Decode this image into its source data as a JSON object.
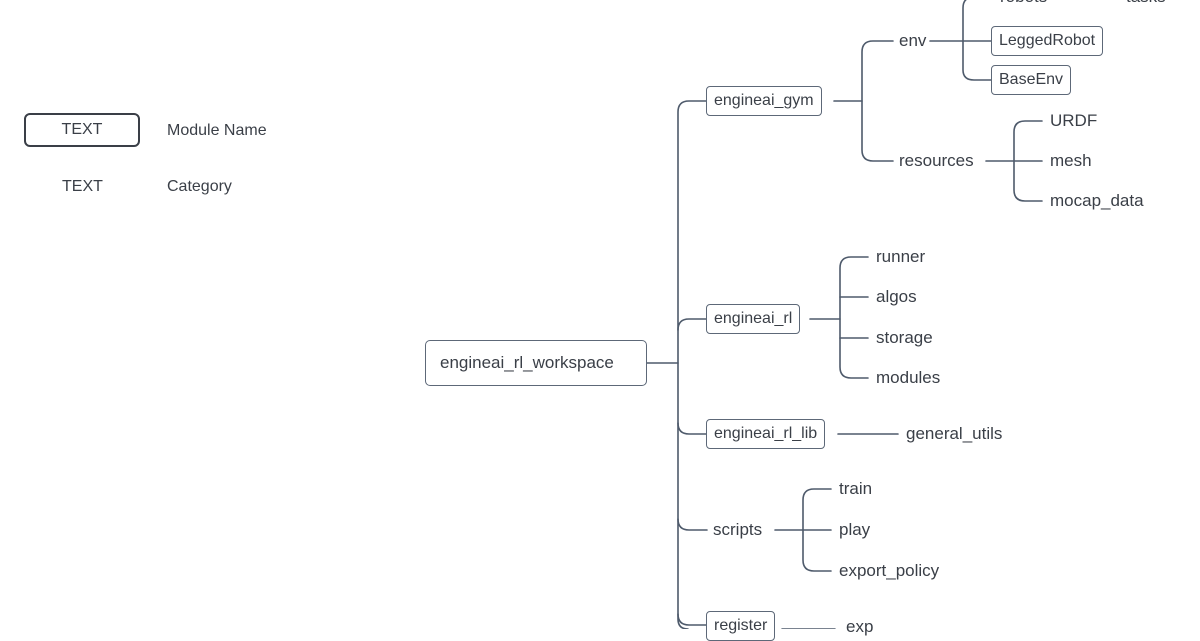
{
  "legend": {
    "module_sample": "TEXT",
    "module_label": "Module Name",
    "category_sample": "TEXT",
    "category_label": "Category"
  },
  "tree": {
    "root": "engineai_rl_workspace",
    "engineai_gym": {
      "label": "engineai_gym",
      "env": {
        "label": "env",
        "robots": "robots",
        "tasks": "tasks",
        "legged_robot": "LeggedRobot",
        "base_env": "BaseEnv"
      },
      "resources": {
        "label": "resources",
        "urdf": "URDF",
        "mesh": "mesh",
        "mocap_data": "mocap_data"
      }
    },
    "engineai_rl": {
      "label": "engineai_rl",
      "runner": "runner",
      "algos": "algos",
      "storage": "storage",
      "modules": "modules"
    },
    "engineai_rl_lib": {
      "label": "engineai_rl_lib",
      "general_utils": "general_utils"
    },
    "scripts": {
      "label": "scripts",
      "train": "train",
      "play": "play",
      "export_policy": "export_policy"
    },
    "register": {
      "label": "register",
      "exp": "exp"
    }
  }
}
